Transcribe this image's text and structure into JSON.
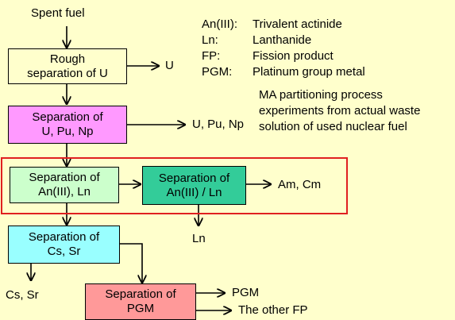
{
  "legend": [
    {
      "abbr": "An(III):",
      "desc": "Trivalent actinide"
    },
    {
      "abbr": "Ln:",
      "desc": "Lanthanide"
    },
    {
      "abbr": "FP:",
      "desc": "Fission product"
    },
    {
      "abbr": "PGM:",
      "desc": "Platinum group metal"
    }
  ],
  "start_label": "Spent fuel",
  "note_lines": [
    "MA partitioning process",
    "experiments from actual waste",
    "solution of used nuclear fuel"
  ],
  "boxes": {
    "rough_u": {
      "lines": [
        "Rough",
        "separation of U"
      ],
      "color": "#ffffcc"
    },
    "u_pu_np": {
      "lines": [
        "Separation of",
        "U, Pu, Np"
      ],
      "color": "#ff99ff"
    },
    "an_ln": {
      "lines": [
        "Separation of",
        "An(III), Ln"
      ],
      "color": "#ccffcc"
    },
    "an_slash_ln": {
      "lines": [
        "Separation of",
        "An(III) / Ln"
      ],
      "color": "#33cc99"
    },
    "cs_sr": {
      "lines": [
        "Separation of",
        "Cs,  Sr"
      ],
      "color": "#99ffff"
    },
    "pgm": {
      "lines": [
        "Separation of",
        "PGM"
      ],
      "color": "#ff9999"
    }
  },
  "outputs": {
    "u": "U",
    "u_pu_np": "U, Pu, Np",
    "am_cm": "Am, Cm",
    "ln": "Ln",
    "cs_sr": "Cs, Sr",
    "pgm": "PGM",
    "other_fp": "The other FP"
  },
  "highlight_color": "#e02020"
}
